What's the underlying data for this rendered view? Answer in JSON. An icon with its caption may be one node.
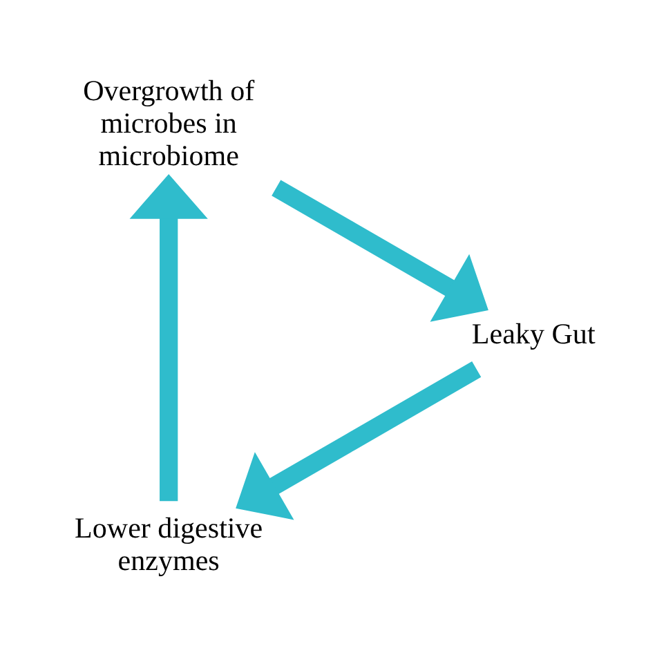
{
  "diagram": {
    "nodes": [
      {
        "text": [
          "Lower digestive enzymes"
        ]
      },
      {
        "text": [
          "Overgrowth of microbes in microbiome"
        ]
      },
      {
        "text": [
          "Leaky Gut"
        ]
      }
    ],
    "edges": [
      {
        "from": 0,
        "to": 1,
        "arrow": "to"
      },
      {
        "from": 1,
        "to": 2,
        "arrow": "to"
      },
      {
        "from": 2,
        "to": 0,
        "arrow": "to"
      }
    ]
  }
}
